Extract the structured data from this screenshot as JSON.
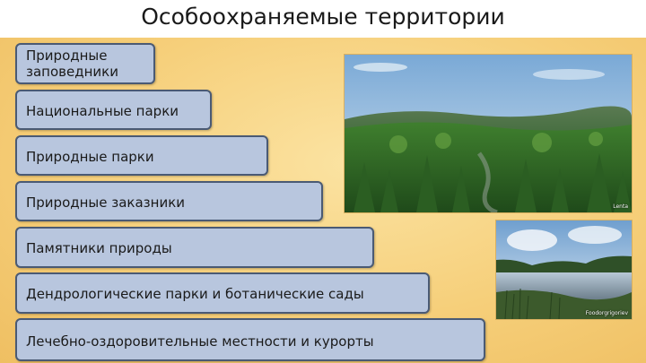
{
  "slide": {
    "title": "Особоохраняемые территории",
    "items": [
      {
        "label_line1": "Природные",
        "label_line2": "заповедники"
      },
      {
        "label": "Национальные парки"
      },
      {
        "label": "Природные парки"
      },
      {
        "label": "Природные заказники"
      },
      {
        "label": "Памятники природы"
      },
      {
        "label": "Дендрологические парки и ботанические сады"
      },
      {
        "label": "Лечебно-оздоровительные местности и курорты"
      }
    ],
    "photos": [
      {
        "name": "forest-photo",
        "credit": "Lenta"
      },
      {
        "name": "lake-photo",
        "credit": "Foodorgrigoriev"
      }
    ]
  },
  "colors": {
    "box_fill": "#b8c6de",
    "box_border": "#4a5a74",
    "background": "#f6cf7a"
  }
}
